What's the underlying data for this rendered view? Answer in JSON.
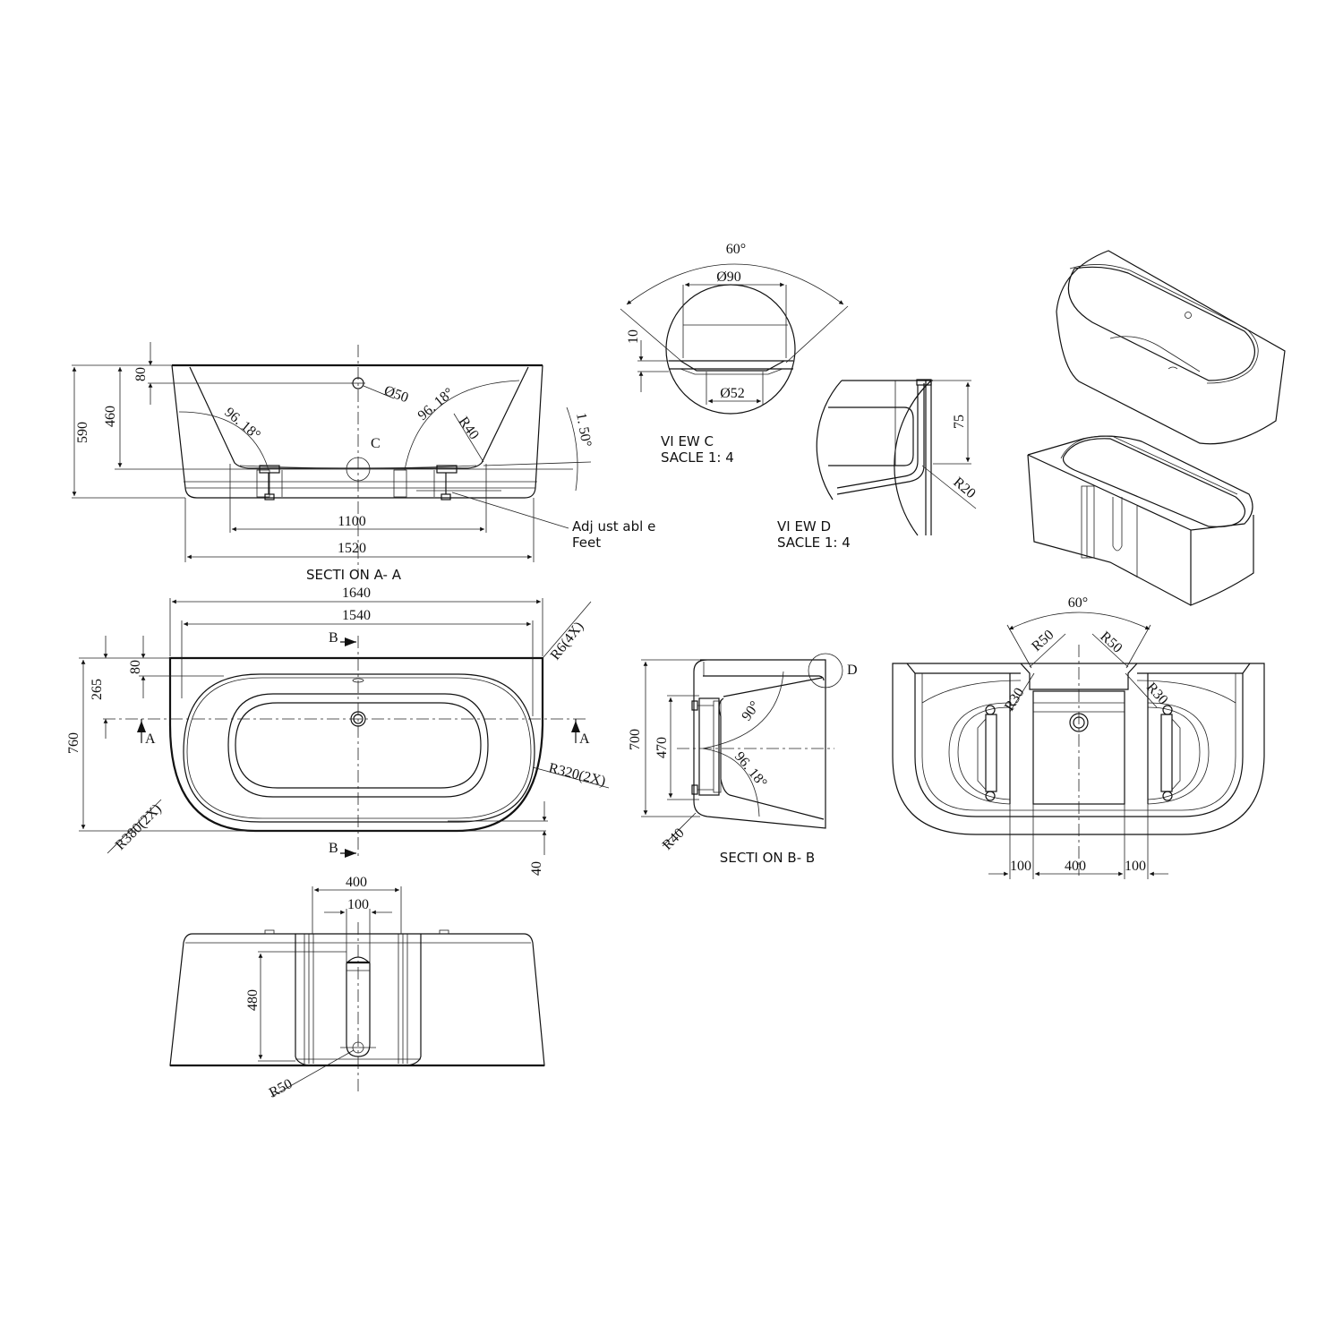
{
  "section_aa": {
    "title": "SECTI ON A- A",
    "dims": {
      "overall_height": "590",
      "inner_depth": "460",
      "overflow_offset": "80",
      "overflow_diameter": "Ø50",
      "wall_angle_left": "96. 18°",
      "wall_angle_right": "96. 18°",
      "corner_radius": "R40",
      "floor_slope": "1. 50°",
      "feet_spacing": "1100",
      "base_length": "1520",
      "detail_ref": "C"
    },
    "callout": [
      "Adj ust abl e",
      "Feet"
    ]
  },
  "view_c": {
    "title": "VI EW C",
    "scale": "SACLE  1: 4",
    "dims": {
      "angle": "60°",
      "outer_diameter": "Ø90",
      "inner_diameter": "Ø52",
      "lip": "10"
    }
  },
  "view_d": {
    "title": "VI EW D",
    "scale": "SACLE  1: 4",
    "dims": {
      "rim_height": "75",
      "radius": "R20"
    }
  },
  "plan_view": {
    "dims": {
      "overall_length": "1640",
      "inner_length": "1540",
      "corner_radius": "R6(4X)",
      "overall_width": "760",
      "drain_offset": "265",
      "overflow_offset": "80",
      "end_radius_outer": "R380(2X)",
      "end_radius_inner": "R320(2X)",
      "base_offset": "40",
      "section_b": "B",
      "section_a": "A"
    }
  },
  "section_bb": {
    "title": "SECTI ON B- B",
    "dims": {
      "overall_height": "700",
      "panel_height": "470",
      "angle_top": "90°",
      "angle_wall": "96. 18°",
      "radius": "R40",
      "detail_ref": "D"
    }
  },
  "bottom_view": {
    "dims": {
      "angle": "60°",
      "radius_left": "R50",
      "radius_right": "R50",
      "small_radius_left": "R30",
      "small_radius_right": "R30",
      "left_gap": "100",
      "center_width": "400",
      "right_gap": "100"
    }
  },
  "back_elevation": {
    "dims": {
      "recess_width": "400",
      "slot_width": "100",
      "slot_height": "480",
      "slot_radius": "R50"
    }
  }
}
